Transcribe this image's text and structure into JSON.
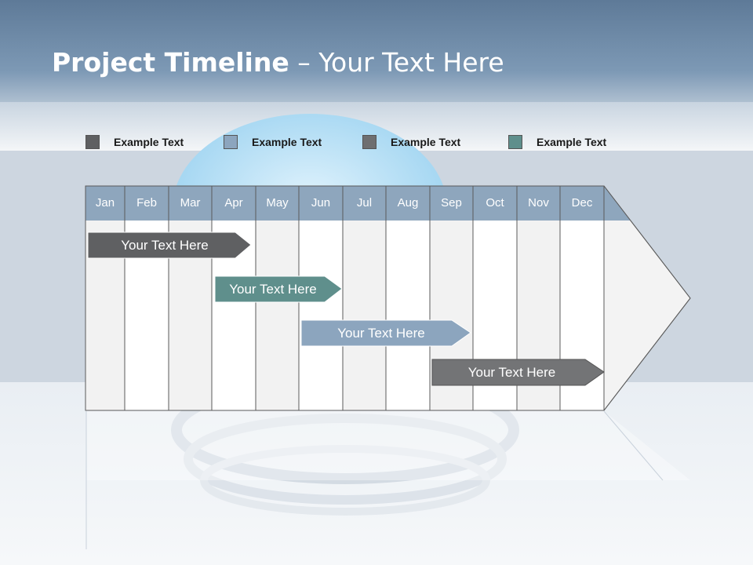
{
  "slide": {
    "title_bold": "Project Timeline",
    "title_rest": " – Your Text Here"
  },
  "legend": [
    {
      "label": "Example Text",
      "color": "#5f6062"
    },
    {
      "label": "Example Text",
      "color": "#8ca5be"
    },
    {
      "label": "Example Text",
      "color": "#6e6f71"
    },
    {
      "label": "Example Text",
      "color": "#5f8f8c"
    }
  ],
  "months": [
    "Jan",
    "Feb",
    "Mar",
    "Apr",
    "May",
    "Jun",
    "Jul",
    "Aug",
    "Sep",
    "Oct",
    "Nov",
    "Dec"
  ],
  "tasks": [
    {
      "label": "Your  Text Here",
      "color": "#5f6062"
    },
    {
      "label": "Your  Text Here",
      "color": "#5f8f8c"
    },
    {
      "label": "Your  Text Here",
      "color": "#8ca5be"
    },
    {
      "label": "Your  Text Here",
      "color": "#737476"
    }
  ],
  "colors": {
    "header_band": "#7390ad",
    "month_header": "#8ea6bd",
    "column_light": "#f2f2f2",
    "column_white": "#ffffff"
  }
}
